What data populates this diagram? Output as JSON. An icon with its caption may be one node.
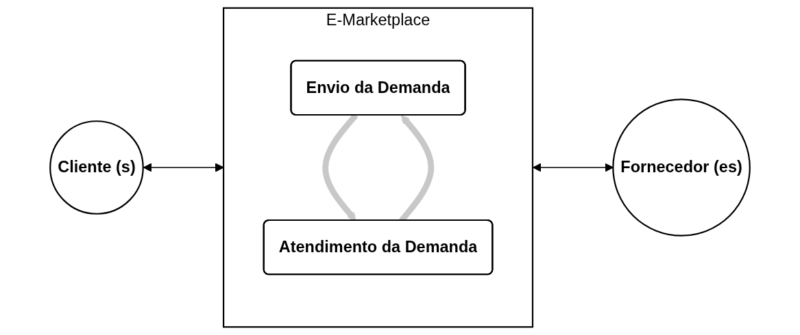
{
  "diagram": {
    "nodes": [
      {
        "text": [
          "Cliente (s)"
        ]
      },
      {
        "text": [
          "Fornecedor (es)"
        ]
      },
      {
        "text": [
          "E-Marketplace"
        ]
      },
      {
        "text": [
          "Envio da Demanda"
        ],
        "in": 2
      },
      {
        "text": [
          "Atendimento da Demanda"
        ],
        "in": 2
      }
    ],
    "edges": [
      {
        "from": 0,
        "to": 2,
        "arrow": "both"
      },
      {
        "from": 3,
        "to": 4,
        "arrow": "to",
        "style": "thick",
        "color": "#c8c8c8"
      },
      {
        "from": 4,
        "to": 3,
        "arrow": "to",
        "style": "thick",
        "color": "#c8c8c8"
      },
      {
        "from": 2,
        "to": 1,
        "arrow": "both"
      }
    ]
  }
}
